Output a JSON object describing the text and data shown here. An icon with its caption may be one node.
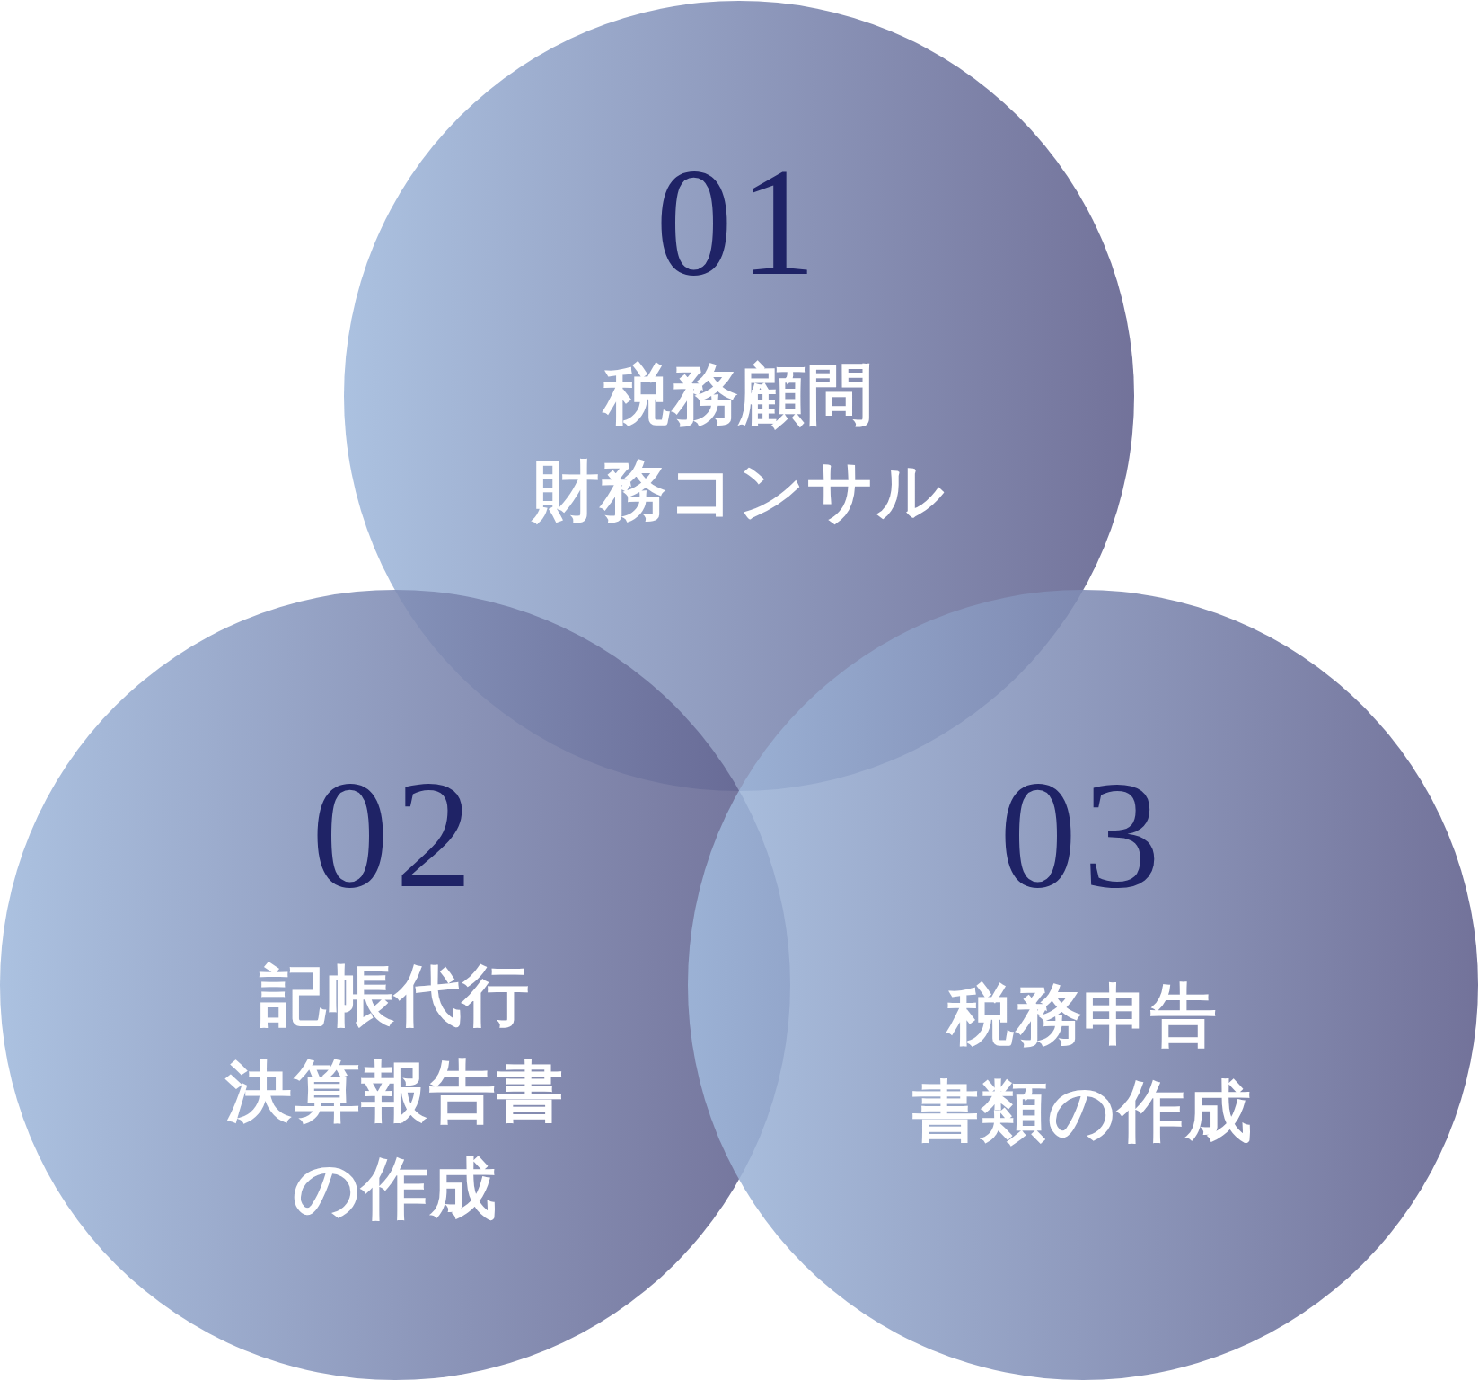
{
  "diagram": {
    "nodes": [
      {
        "text": [
          "01",
          "税務顧問",
          "財務コンサル"
        ]
      },
      {
        "text": [
          "02",
          "記帳代行",
          "決算報告書の作成"
        ]
      },
      {
        "text": [
          "03",
          "税務申告",
          "書類の作成"
        ]
      }
    ]
  }
}
